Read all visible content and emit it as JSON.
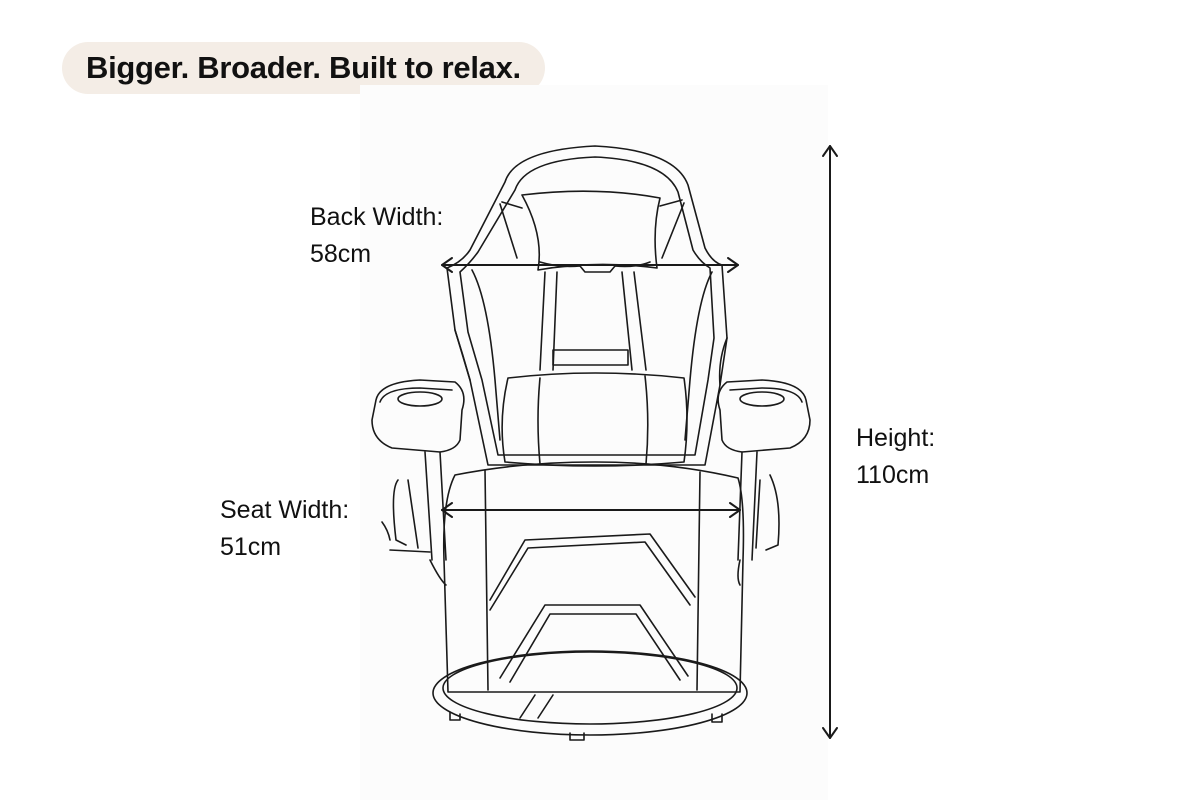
{
  "headline": "Bigger. Broader. Built to relax.",
  "dimensions": {
    "back_width": {
      "label": "Back Width:",
      "value": "58cm"
    },
    "seat_width": {
      "label": "Seat Width:",
      "value": "51cm"
    },
    "height": {
      "label": "Height:",
      "value": "110cm"
    }
  },
  "colors": {
    "pill_background": "#f4ede6",
    "text": "#111111",
    "line_art": "#1a1a1a"
  }
}
